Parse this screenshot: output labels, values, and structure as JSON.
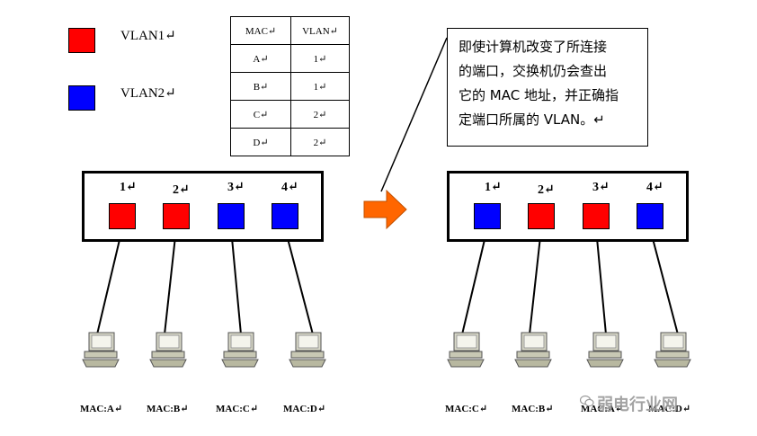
{
  "colors": {
    "vlan1": "#ff0000",
    "vlan2": "#0000ff",
    "arrow": "#ff6600"
  },
  "legend": [
    {
      "label": "VLAN1↵",
      "color": "vlan1"
    },
    {
      "label": "VLAN2↵",
      "color": "vlan2"
    }
  ],
  "mac_table": {
    "headers": [
      "MAC↵",
      "VLAN↵"
    ],
    "rows": [
      [
        "A↵",
        "1↵"
      ],
      [
        "B↵",
        "1↵"
      ],
      [
        "C↵",
        "2↵"
      ],
      [
        "D↵",
        "2↵"
      ]
    ]
  },
  "note": {
    "lines": [
      "即使计算机改变了所连接",
      "的端口，交换机仍会查出",
      "它的 MAC 地址，并正确指",
      "定端口所属的 VLAN。↵"
    ]
  },
  "before": {
    "port_labels": [
      "1↵",
      "2↵",
      "3↵",
      "4↵"
    ],
    "port_vlans": [
      "vlan1",
      "vlan1",
      "vlan2",
      "vlan2"
    ],
    "pc_labels": [
      "MAC:A↵",
      "MAC:B↵",
      "MAC:C↵",
      "MAC:D↵"
    ]
  },
  "after": {
    "port_labels": [
      "1↵",
      "2↵",
      "3↵",
      "4↵"
    ],
    "port_vlans": [
      "vlan2",
      "vlan1",
      "vlan1",
      "vlan2"
    ],
    "pc_labels": [
      "MAC:C↵",
      "MAC:B↵",
      "MAC:A↵",
      "MAC:D↵"
    ]
  },
  "watermark": {
    "text": "弱电行业网",
    "icon": "wechat-icon"
  }
}
